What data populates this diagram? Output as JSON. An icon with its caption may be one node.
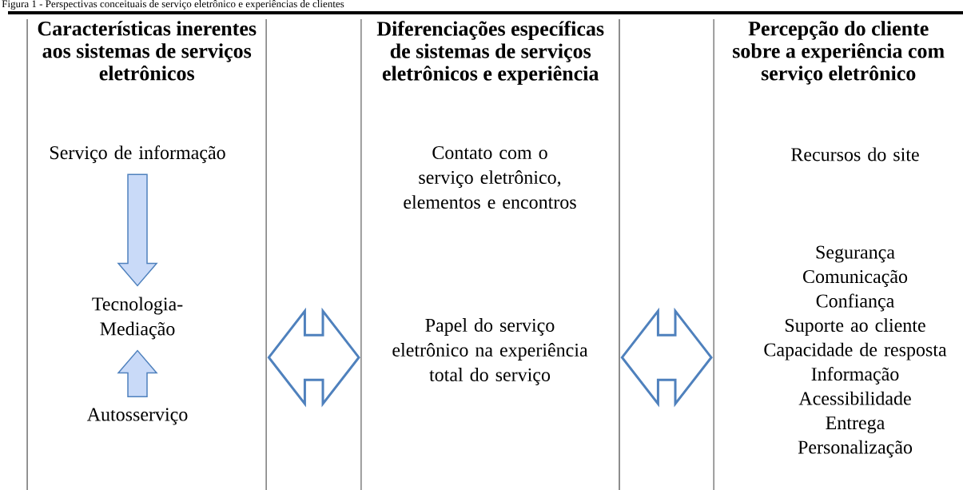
{
  "diagram": {
    "title": "Figura 1 - Perspectivas conceituais de serviço eletrônico e experiências de clientes",
    "nodes": [
      {
        "text": [
          "Características inerentes aos sistemas de serviços eletrônicos"
        ]
      },
      {
        "text": [
          "Serviço de informação"
        ],
        "in": 0
      },
      {
        "text": [
          "Tecnologia- Mediação"
        ],
        "in": 0
      },
      {
        "text": [
          "Autosserviço"
        ],
        "in": 0
      },
      {
        "text": [
          "Diferenciações específicas de sistemas de serviços eletrônicos e experiência"
        ]
      },
      {
        "text": [
          "Contato com o serviço eletrônico, elementos e encontros"
        ],
        "in": 4
      },
      {
        "text": [
          "Papel do serviço eletrônico na experiência total do serviço"
        ],
        "in": 4
      },
      {
        "text": [
          "Percepção do cliente sobre a experiência com serviço eletrônico"
        ]
      },
      {
        "text": [
          "Recursos do site"
        ],
        "in": 7
      },
      {
        "text": [
          "Segurança",
          "Comunicação",
          "Confiança",
          "Suporte ao cliente",
          "Capacidade de resposta",
          "Informação",
          "Acessibilidade",
          "Entrega",
          "Personalização"
        ],
        "in": 7
      }
    ],
    "edges": [
      {
        "from": 1,
        "to": 2,
        "arrow": "to"
      },
      {
        "from": 3,
        "to": 2,
        "arrow": "to"
      },
      {
        "from": 0,
        "to": 4,
        "arrow": "both"
      },
      {
        "from": 4,
        "to": 7,
        "arrow": "both"
      }
    ]
  }
}
